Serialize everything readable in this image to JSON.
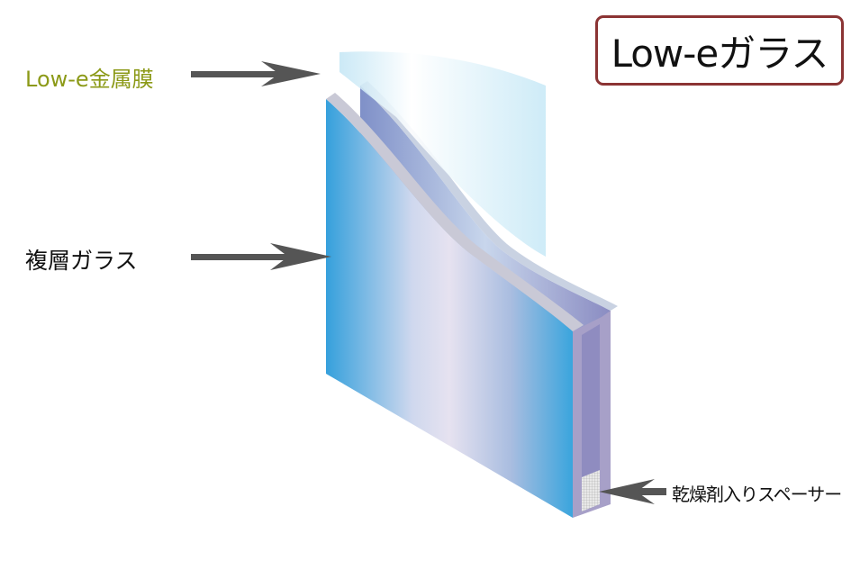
{
  "title": "Low-eガラス",
  "labels": {
    "lowe_film": "Low-e金属膜",
    "double_glass": "複層ガラス",
    "spacer": "乾燥剤入りスペーサー"
  },
  "colors": {
    "title_border": "#8b3434",
    "lowe_label": "#8c9a18",
    "arrow": "#555555",
    "front_glass": "#3aa3dc",
    "back_glass": "#8c8cc4"
  }
}
